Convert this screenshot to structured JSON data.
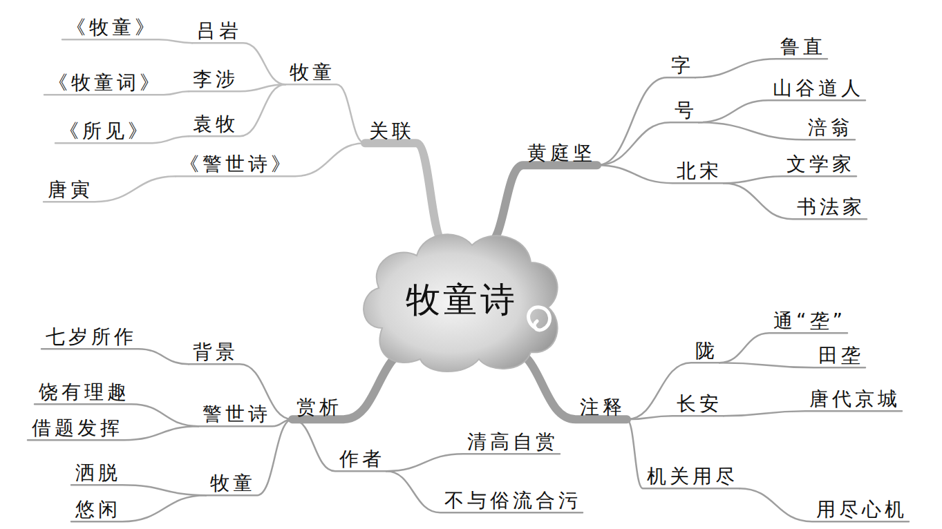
{
  "diagram": {
    "nodes": [
      {
        "text": [
          "牧童诗"
        ]
      },
      {
        "text": [
          "关联"
        ]
      },
      {
        "text": [
          "牧童"
        ]
      },
      {
        "text": [
          "吕岩"
        ]
      },
      {
        "text": [
          "《牧童》"
        ]
      },
      {
        "text": [
          "李涉"
        ]
      },
      {
        "text": [
          "《牧童词》"
        ]
      },
      {
        "text": [
          "袁牧"
        ]
      },
      {
        "text": [
          "《所见》"
        ]
      },
      {
        "text": [
          "《警世诗》"
        ]
      },
      {
        "text": [
          "唐寅"
        ]
      },
      {
        "text": [
          "黄庭坚"
        ]
      },
      {
        "text": [
          "字"
        ]
      },
      {
        "text": [
          "鲁直"
        ]
      },
      {
        "text": [
          "号"
        ]
      },
      {
        "text": [
          "山谷道人"
        ]
      },
      {
        "text": [
          "涪翁"
        ]
      },
      {
        "text": [
          "北宋"
        ]
      },
      {
        "text": [
          "文学家"
        ]
      },
      {
        "text": [
          "书法家"
        ]
      },
      {
        "text": [
          "注释"
        ]
      },
      {
        "text": [
          "陇"
        ]
      },
      {
        "text": [
          "通“垄”"
        ]
      },
      {
        "text": [
          "田垄"
        ]
      },
      {
        "text": [
          "长安"
        ]
      },
      {
        "text": [
          "唐代京城"
        ]
      },
      {
        "text": [
          "机关用尽"
        ]
      },
      {
        "text": [
          "用尽心机"
        ]
      },
      {
        "text": [
          "赏析"
        ]
      },
      {
        "text": [
          "背景"
        ]
      },
      {
        "text": [
          "七岁所作"
        ]
      },
      {
        "text": [
          "警世诗"
        ]
      },
      {
        "text": [
          "饶有理趣"
        ]
      },
      {
        "text": [
          "借题发挥"
        ]
      },
      {
        "text": [
          "牧童"
        ]
      },
      {
        "text": [
          "洒脱"
        ]
      },
      {
        "text": [
          "悠闲"
        ]
      },
      {
        "text": [
          "作者"
        ]
      },
      {
        "text": [
          "清高自赏"
        ]
      },
      {
        "text": [
          "不与俗流合污"
        ]
      }
    ],
    "edges": [
      {
        "from": 0,
        "to": 1,
        "arrow": "none"
      },
      {
        "from": 1,
        "to": 2,
        "arrow": "none"
      },
      {
        "from": 2,
        "to": 3,
        "arrow": "none"
      },
      {
        "from": 3,
        "to": 4,
        "arrow": "none"
      },
      {
        "from": 2,
        "to": 5,
        "arrow": "none"
      },
      {
        "from": 5,
        "to": 6,
        "arrow": "none"
      },
      {
        "from": 2,
        "to": 7,
        "arrow": "none"
      },
      {
        "from": 7,
        "to": 8,
        "arrow": "none"
      },
      {
        "from": 1,
        "to": 9,
        "arrow": "none"
      },
      {
        "from": 9,
        "to": 10,
        "arrow": "none"
      },
      {
        "from": 0,
        "to": 11,
        "arrow": "none"
      },
      {
        "from": 11,
        "to": 12,
        "arrow": "none"
      },
      {
        "from": 12,
        "to": 13,
        "arrow": "none"
      },
      {
        "from": 11,
        "to": 14,
        "arrow": "none"
      },
      {
        "from": 14,
        "to": 15,
        "arrow": "none"
      },
      {
        "from": 14,
        "to": 16,
        "arrow": "none"
      },
      {
        "from": 11,
        "to": 17,
        "arrow": "none"
      },
      {
        "from": 17,
        "to": 18,
        "arrow": "none"
      },
      {
        "from": 17,
        "to": 19,
        "arrow": "none"
      },
      {
        "from": 0,
        "to": 20,
        "arrow": "none"
      },
      {
        "from": 20,
        "to": 21,
        "arrow": "none"
      },
      {
        "from": 21,
        "to": 22,
        "arrow": "none"
      },
      {
        "from": 21,
        "to": 23,
        "arrow": "none"
      },
      {
        "from": 20,
        "to": 24,
        "arrow": "none"
      },
      {
        "from": 24,
        "to": 25,
        "arrow": "none"
      },
      {
        "from": 20,
        "to": 26,
        "arrow": "none"
      },
      {
        "from": 26,
        "to": 27,
        "arrow": "none"
      },
      {
        "from": 0,
        "to": 28,
        "arrow": "none"
      },
      {
        "from": 28,
        "to": 29,
        "arrow": "none"
      },
      {
        "from": 29,
        "to": 30,
        "arrow": "none"
      },
      {
        "from": 28,
        "to": 31,
        "arrow": "none"
      },
      {
        "from": 31,
        "to": 32,
        "arrow": "none"
      },
      {
        "from": 31,
        "to": 33,
        "arrow": "none"
      },
      {
        "from": 28,
        "to": 34,
        "arrow": "none"
      },
      {
        "from": 34,
        "to": 35,
        "arrow": "none"
      },
      {
        "from": 34,
        "to": 36,
        "arrow": "none"
      },
      {
        "from": 28,
        "to": 37,
        "arrow": "none"
      },
      {
        "from": 37,
        "to": 38,
        "arrow": "none"
      },
      {
        "from": 37,
        "to": 39,
        "arrow": "none"
      }
    ]
  }
}
